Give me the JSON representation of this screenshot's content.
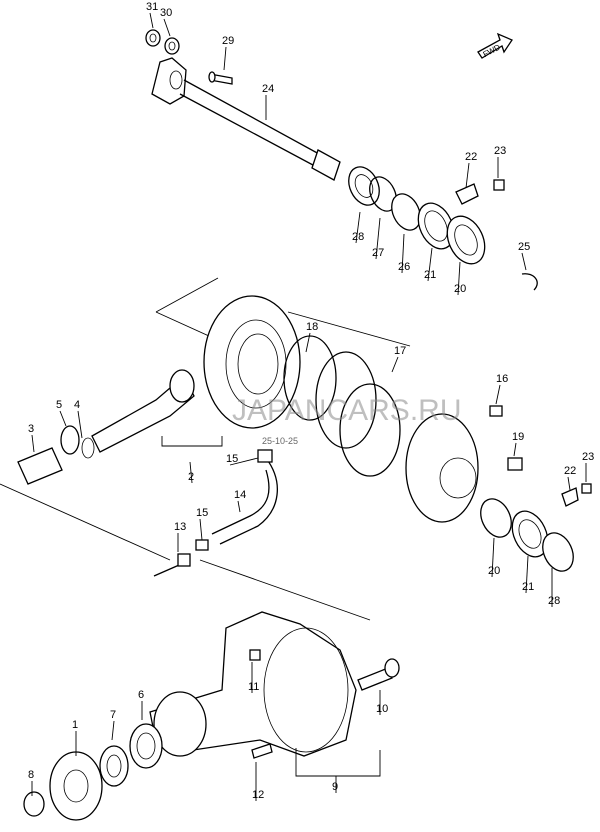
{
  "fwd_badge": "FWD",
  "watermark": "JAPANCARS.RU",
  "code_text": "25-10-25",
  "callouts": [
    "31",
    "30",
    "29",
    "24",
    "22",
    "23",
    "28",
    "27",
    "26",
    "21",
    "20",
    "25",
    "18",
    "17",
    "16",
    "5",
    "4",
    "3",
    "19",
    "23",
    "15",
    "2",
    "22",
    "14",
    "13",
    "15",
    "20",
    "21",
    "28",
    "11",
    "10",
    "6",
    "7",
    "1",
    "8",
    "12",
    "9"
  ]
}
